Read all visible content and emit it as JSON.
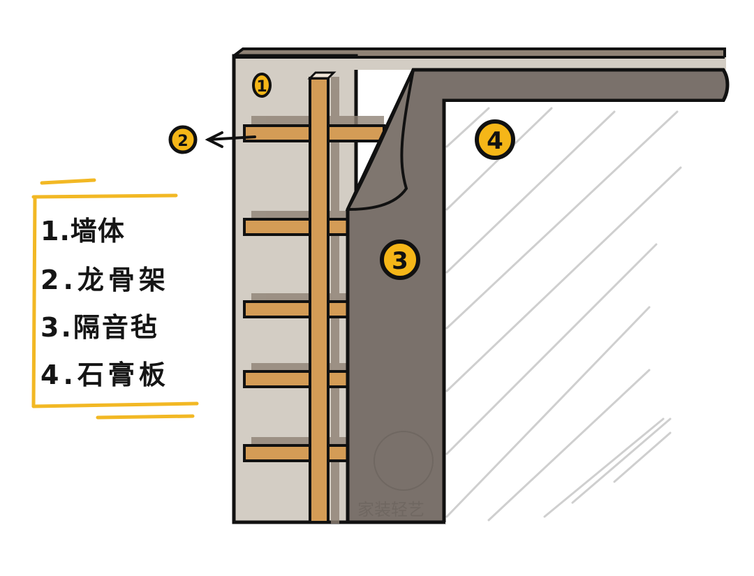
{
  "diagram": {
    "subject": "Wall soundproofing layer structure",
    "legend": {
      "items": [
        {
          "number": "1",
          "label": "1.墙体"
        },
        {
          "number": "2",
          "label": "2.龙骨架"
        },
        {
          "number": "3",
          "label": "3.隔音毡"
        },
        {
          "number": "4",
          "label": "4.石膏板"
        }
      ]
    },
    "badges": [
      {
        "id": "1",
        "text": "1",
        "target": "wall"
      },
      {
        "id": "2",
        "text": "2",
        "target": "keel-frame"
      },
      {
        "id": "3",
        "text": "3",
        "target": "soundproof-felt"
      },
      {
        "id": "4",
        "text": "4",
        "target": "gypsum-board"
      }
    ],
    "watermark": "家装轻艺",
    "colors": {
      "wall": "#d3cdc4",
      "keel": "#d49c56",
      "felt": "#7a716b",
      "gypsum": "#ffffff",
      "badge": "#f5b618",
      "outline": "#111111",
      "legend_bracket": "#f2b824",
      "hatch": "#cfcfcf"
    }
  }
}
